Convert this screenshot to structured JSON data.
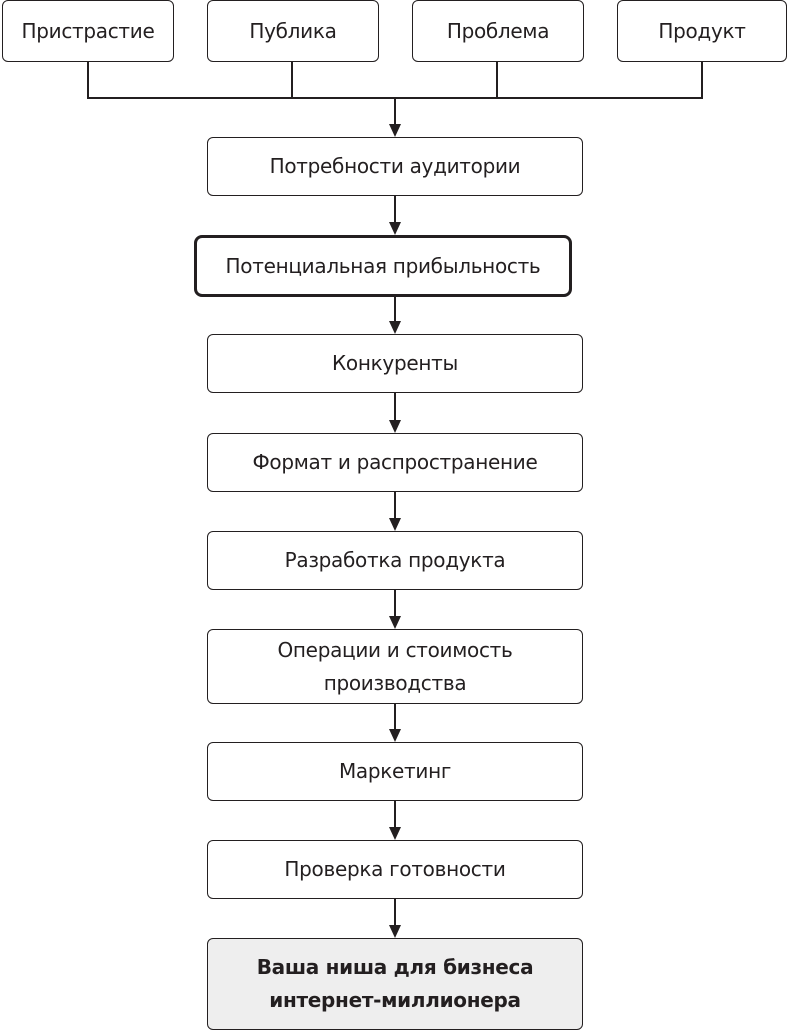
{
  "top_row": [
    {
      "label": "Пристрастие"
    },
    {
      "label": "Публика"
    },
    {
      "label": "Проблема"
    },
    {
      "label": "Продукт"
    }
  ],
  "steps": [
    {
      "label": "Потребности аудитории"
    },
    {
      "label": "Потенциальная прибыльность"
    },
    {
      "label": "Конкуренты"
    },
    {
      "label": "Формат и распространение"
    },
    {
      "label": "Разработка продукта"
    },
    {
      "label": "Операции и стоимость\nпроизводства"
    },
    {
      "label": "Маркетинг"
    },
    {
      "label": "Проверка готовности"
    },
    {
      "label": "Ваша ниша для бизнеса\nинтернет-миллионера"
    }
  ]
}
